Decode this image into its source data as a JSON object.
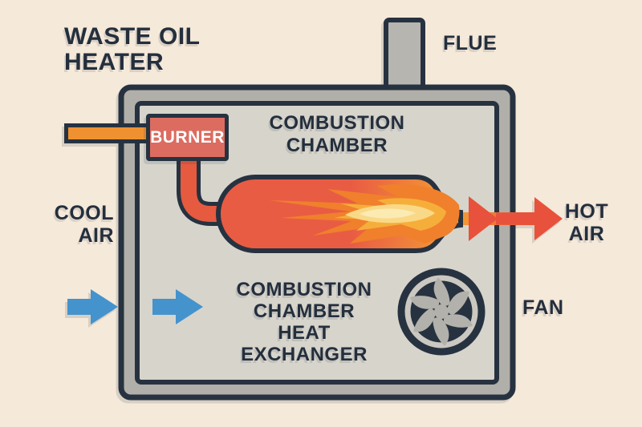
{
  "diagram": {
    "title": "WASTE OIL\nHEATER",
    "labels": {
      "flue": "FLUE",
      "burner": "BURNER",
      "combustion_chamber": "COMBUSTION\nCHAMBER",
      "cool_air": "COOL\nAIR",
      "hot_air": "HOT\nAIR",
      "heat_exchanger": "COMBUSTION\nCHAMBER\nHEAT\nEXCHANGER",
      "fan": "FAN"
    },
    "colors": {
      "background": "#f5e9da",
      "outline": "#273240",
      "text": "#242f3d",
      "body_outer_gray": "#b1afa9",
      "body_inner_gray": "#d7d4cc",
      "flue_gray": "#b7b5af",
      "burner_red": "#dc6c60",
      "fuel_pipe_orange": "#ef9130",
      "elbow_pipe_red": "#e65a40",
      "chamber_left_red": "#e95c44",
      "chamber_right_orange": "#f4a133",
      "flame_outer": "#f0802c",
      "flame_mid": "#f6ae3b",
      "flame_core": "#f9d987",
      "flame_center": "#fbeab2",
      "hot_arrow_red": "#e8513b",
      "cool_arrow_blue": "#4493cd",
      "fan_ring_light": "#cbc8c1",
      "fan_blade_gray": "#b3b1ab"
    }
  }
}
